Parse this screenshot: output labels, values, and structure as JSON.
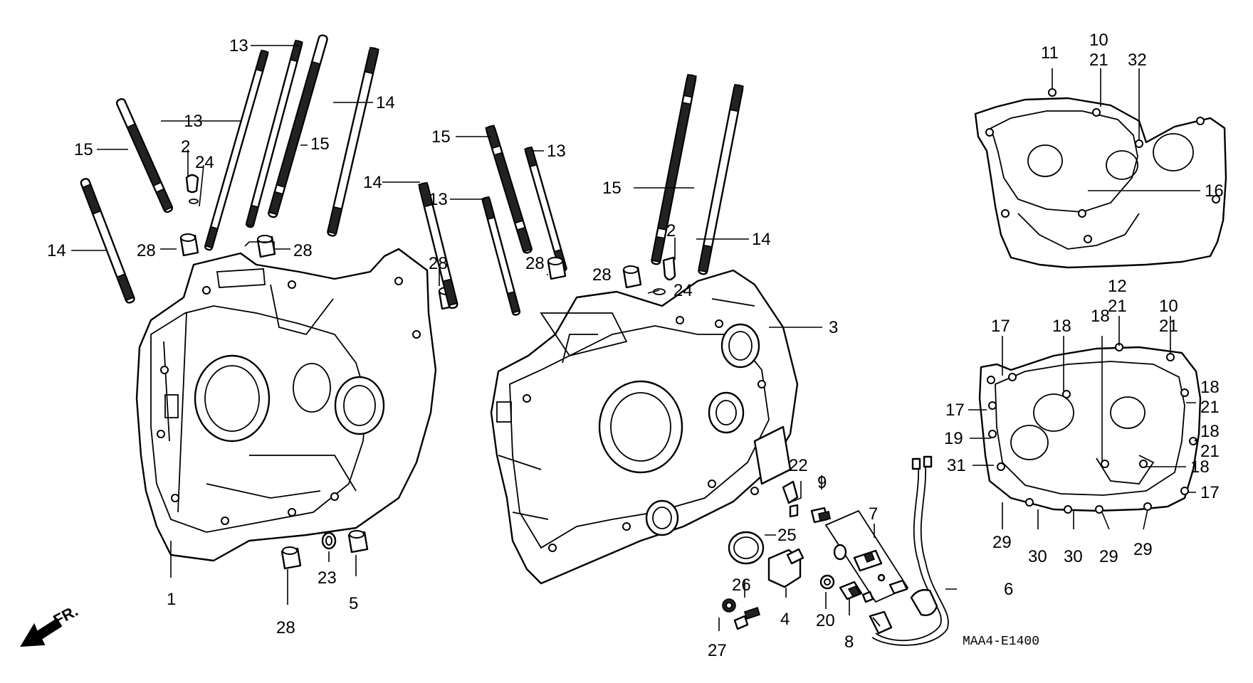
{
  "diagram_code": "MAA4-E1400",
  "direction_label": "FR.",
  "callouts": [
    {
      "id": "c13a",
      "text": "13"
    },
    {
      "id": "c13b",
      "text": "13"
    },
    {
      "id": "c14a",
      "text": "14"
    },
    {
      "id": "c15a",
      "text": "15"
    },
    {
      "id": "c15b",
      "text": "15"
    },
    {
      "id": "c2a",
      "text": "2"
    },
    {
      "id": "c24a",
      "text": "24"
    },
    {
      "id": "c14b",
      "text": "14"
    },
    {
      "id": "c28a",
      "text": "28"
    },
    {
      "id": "c28b",
      "text": "28"
    },
    {
      "id": "c15c",
      "text": "15"
    },
    {
      "id": "c13c",
      "text": "13"
    },
    {
      "id": "c14c",
      "text": "14"
    },
    {
      "id": "c13d",
      "text": "13"
    },
    {
      "id": "c28c",
      "text": "28"
    },
    {
      "id": "c28d",
      "text": "28"
    },
    {
      "id": "c15d",
      "text": "15"
    },
    {
      "id": "c2b",
      "text": "2"
    },
    {
      "id": "c14d",
      "text": "14"
    },
    {
      "id": "c28e",
      "text": "28"
    },
    {
      "id": "c24b",
      "text": "24"
    },
    {
      "id": "c3",
      "text": "3"
    },
    {
      "id": "c1",
      "text": "1"
    },
    {
      "id": "c23",
      "text": "23"
    },
    {
      "id": "c5",
      "text": "5"
    },
    {
      "id": "c28f",
      "text": "28"
    },
    {
      "id": "c22",
      "text": "22"
    },
    {
      "id": "c9",
      "text": "9"
    },
    {
      "id": "c7",
      "text": "7"
    },
    {
      "id": "c25",
      "text": "25"
    },
    {
      "id": "c26",
      "text": "26"
    },
    {
      "id": "c4",
      "text": "4"
    },
    {
      "id": "c20",
      "text": "20"
    },
    {
      "id": "c8",
      "text": "8"
    },
    {
      "id": "c27",
      "text": "27"
    },
    {
      "id": "c6",
      "text": "6"
    },
    {
      "id": "c11",
      "text": "11"
    },
    {
      "id": "c10a",
      "text": "10"
    },
    {
      "id": "c21a",
      "text": "21"
    },
    {
      "id": "c32",
      "text": "32"
    },
    {
      "id": "c16",
      "text": "16"
    },
    {
      "id": "c12",
      "text": "12"
    },
    {
      "id": "c21b",
      "text": "21"
    },
    {
      "id": "c10b",
      "text": "10"
    },
    {
      "id": "c21c",
      "text": "21"
    },
    {
      "id": "c17a",
      "text": "17"
    },
    {
      "id": "c18a",
      "text": "18"
    },
    {
      "id": "c18b",
      "text": "18"
    },
    {
      "id": "c17b",
      "text": "17"
    },
    {
      "id": "c18c",
      "text": "18"
    },
    {
      "id": "c21d",
      "text": "21"
    },
    {
      "id": "c19",
      "text": "19"
    },
    {
      "id": "c18d",
      "text": "18"
    },
    {
      "id": "c21e",
      "text": "21"
    },
    {
      "id": "c31",
      "text": "31"
    },
    {
      "id": "c18e",
      "text": "18"
    },
    {
      "id": "c17c",
      "text": "17"
    },
    {
      "id": "c29a",
      "text": "29"
    },
    {
      "id": "c30a",
      "text": "30"
    },
    {
      "id": "c30b",
      "text": "30"
    },
    {
      "id": "c29b",
      "text": "29"
    },
    {
      "id": "c29c",
      "text": "29"
    }
  ]
}
